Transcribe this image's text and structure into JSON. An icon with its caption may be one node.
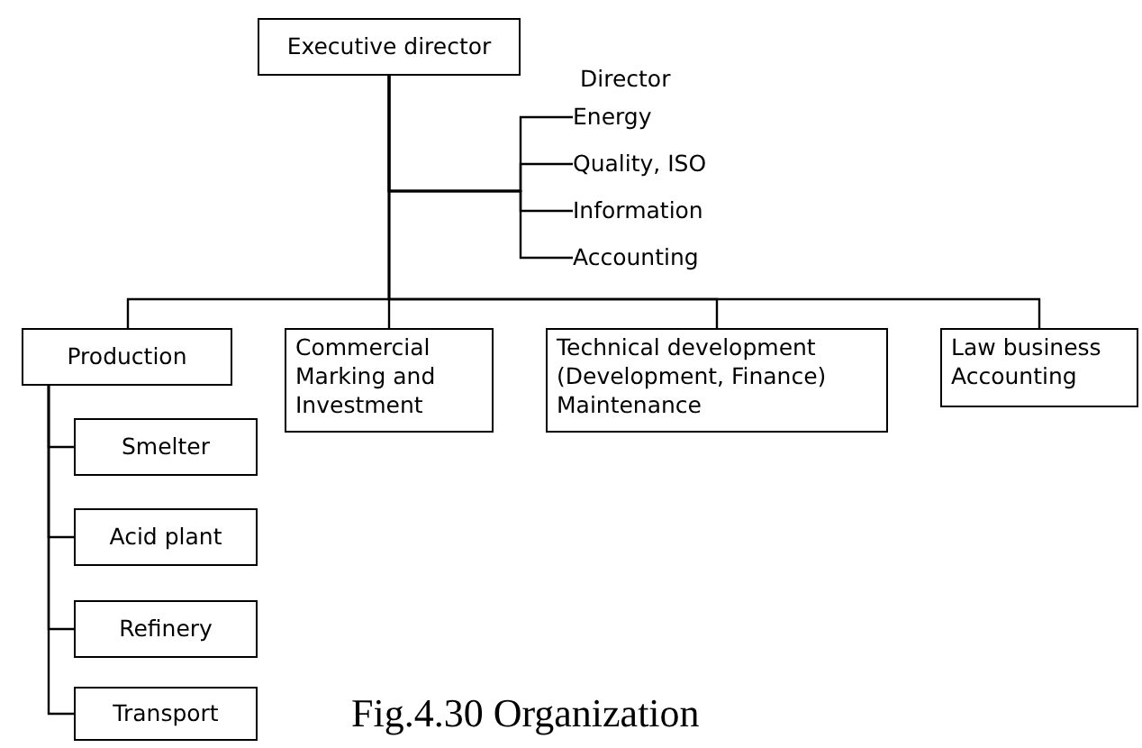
{
  "diagram": {
    "caption": "Fig.4.30 Organization",
    "nodes": [
      {
        "text": [
          "Executive director"
        ]
      },
      {
        "text": [
          "Energy"
        ]
      },
      {
        "text": [
          "Quality, ISO"
        ]
      },
      {
        "text": [
          "Information"
        ]
      },
      {
        "text": [
          "Accounting"
        ]
      },
      {
        "text": [
          "Production"
        ]
      },
      {
        "text": [
          "Commercial Marking and Investment"
        ]
      },
      {
        "text": [
          "Technical development (Development, Finance) Maintenance"
        ]
      },
      {
        "text": [
          "Law business Accounting"
        ]
      },
      {
        "text": [
          "Smelter"
        ]
      },
      {
        "text": [
          "Acid plant"
        ]
      },
      {
        "text": [
          "Refinery"
        ]
      },
      {
        "text": [
          "Transport"
        ]
      }
    ],
    "edges": [
      {
        "from": 0,
        "to": 1,
        "arrow": "none"
      },
      {
        "from": 0,
        "to": 2,
        "arrow": "none"
      },
      {
        "from": 0,
        "to": 3,
        "arrow": "none"
      },
      {
        "from": 0,
        "to": 4,
        "arrow": "none"
      },
      {
        "from": 0,
        "to": 5,
        "arrow": "none"
      },
      {
        "from": 0,
        "to": 6,
        "arrow": "none"
      },
      {
        "from": 0,
        "to": 7,
        "arrow": "none"
      },
      {
        "from": 0,
        "to": 8,
        "arrow": "none"
      },
      {
        "from": 5,
        "to": 9,
        "arrow": "none"
      },
      {
        "from": 5,
        "to": 10,
        "arrow": "none"
      },
      {
        "from": 5,
        "to": 11,
        "arrow": "none"
      },
      {
        "from": 5,
        "to": 12,
        "arrow": "none"
      }
    ],
    "labels": [
      "Director"
    ]
  }
}
